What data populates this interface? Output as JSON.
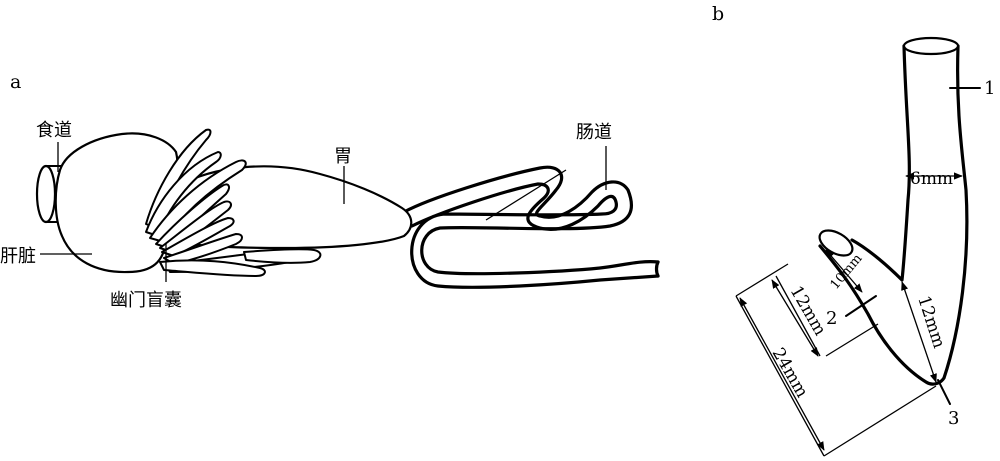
{
  "panels": {
    "a": "a",
    "b": "b"
  },
  "panel_a": {
    "esophagus": "食道",
    "liver": "肝脏",
    "pyloric_caeca": "幽门盲囊",
    "stomach": "胃",
    "intestine": "肠道"
  },
  "panel_b": {
    "dim_6mm": "6mm",
    "dim_10mm": "10mm",
    "dim_12mm_left": "12mm",
    "dim_12mm_right": "12mm",
    "dim_24mm": "24mm",
    "marker_1": "1",
    "marker_2": "2",
    "marker_3": "3"
  },
  "colors": {
    "ink": "#000000",
    "background": "#ffffff"
  }
}
